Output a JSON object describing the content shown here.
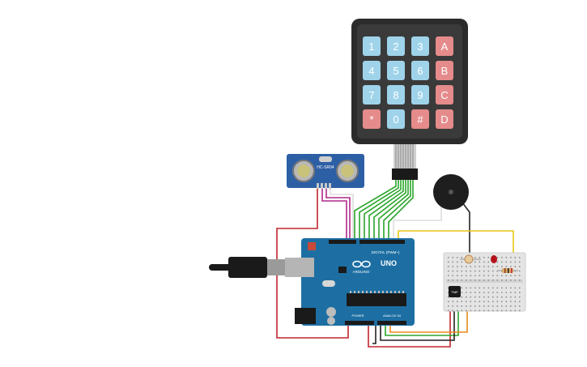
{
  "keypad": {
    "keys": [
      [
        "1",
        "2",
        "3",
        "A"
      ],
      [
        "4",
        "5",
        "6",
        "B"
      ],
      [
        "7",
        "8",
        "9",
        "C"
      ],
      [
        "*",
        "0",
        "#",
        "D"
      ]
    ],
    "colors": {
      "number": "#9fd3ea",
      "function": "#e58b8b",
      "body": "#2b2b2b"
    }
  },
  "sensor": {
    "label": "HC-SR04"
  },
  "arduino": {
    "logo": "UNO",
    "brand": "ARDUINO",
    "digital_label": "DIGITAL (PWM~)",
    "power_label": "POWER",
    "analog_label": "ANALOG IN",
    "board_color": "#1d6fa3"
  },
  "ic": {
    "label": "TMP"
  },
  "wire_colors": {
    "red": "#c0262d",
    "green": "#2aa52a",
    "yellow": "#e6c619",
    "orange": "#e88a1a",
    "black": "#222222",
    "magenta": "#b0288a",
    "white": "#dddddd"
  }
}
